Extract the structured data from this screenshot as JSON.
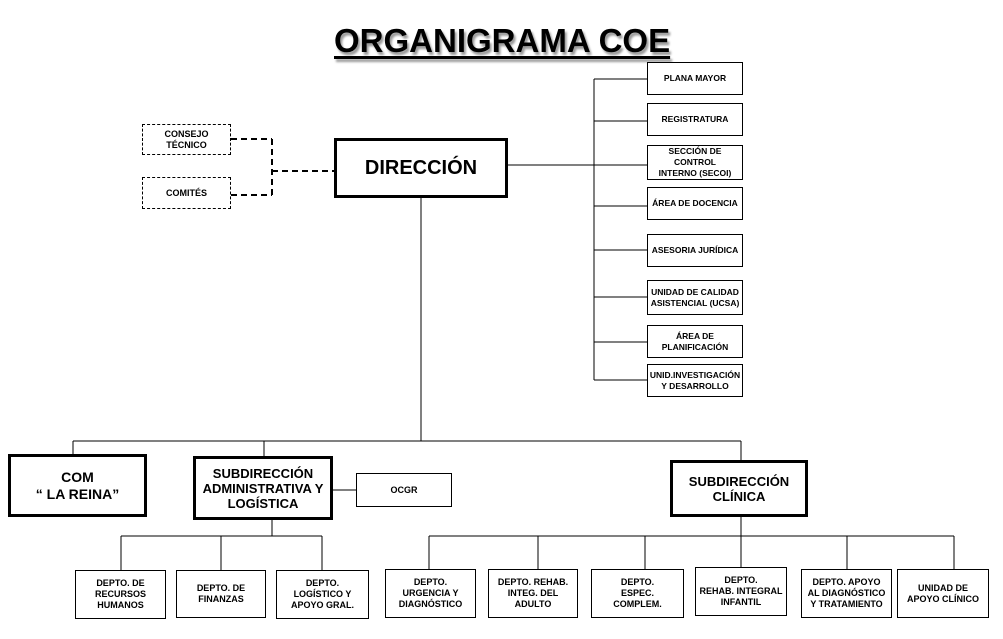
{
  "title": "ORGANIGRAMA COE",
  "direccion": "DIRECCIÓN",
  "advisory": {
    "consejo_tecnico": "CONSEJO\nTÉCNICO",
    "comites": "COMITÉS"
  },
  "staff_units": [
    "PLANA MAYOR",
    "REGISTRATURA",
    "SECCIÓN DE\nCONTROL\nINTERNO (SECOI)",
    "ÁREA DE DOCENCIA",
    "ASESORIA JURÍDICA",
    "UNIDAD DE CALIDAD\nASISTENCIAL (UCSA)",
    "ÁREA DE\nPLANIFICACIÓN",
    "UNID.INVESTIGACIÓN\nY DESARROLLO"
  ],
  "com_la_reina": "COM\n“ LA REINA”",
  "sub_admin": "SUBDIRECCIÓN\nADMINISTRATIVA Y\nLOGÍSTICA",
  "ocgr": "OCGR",
  "sub_clinica": "SUBDIRECCIÓN\nCLÍNICA",
  "admin_depts": [
    "DEPTO. DE\nRECURSOS\nHUMANOS",
    "DEPTO. DE\nFINANZAS",
    "DEPTO.\nLOGÍSTICO Y\nAPOYO GRAL."
  ],
  "clinical_depts": [
    "DEPTO.\nURGENCIA Y\nDIAGNÓSTICO",
    "DEPTO. REHAB.\nINTEG. DEL\nADULTO",
    "DEPTO.\nESPEC.\nCOMPLEM.",
    "DEPTO.\nREHAB. INTEGRAL\nINFANTIL",
    "DEPTO. APOYO\nAL DIAGNÓSTICO\nY TRATAMIENTO",
    "UNIDAD DE\nAPOYO CLÍNICO"
  ]
}
